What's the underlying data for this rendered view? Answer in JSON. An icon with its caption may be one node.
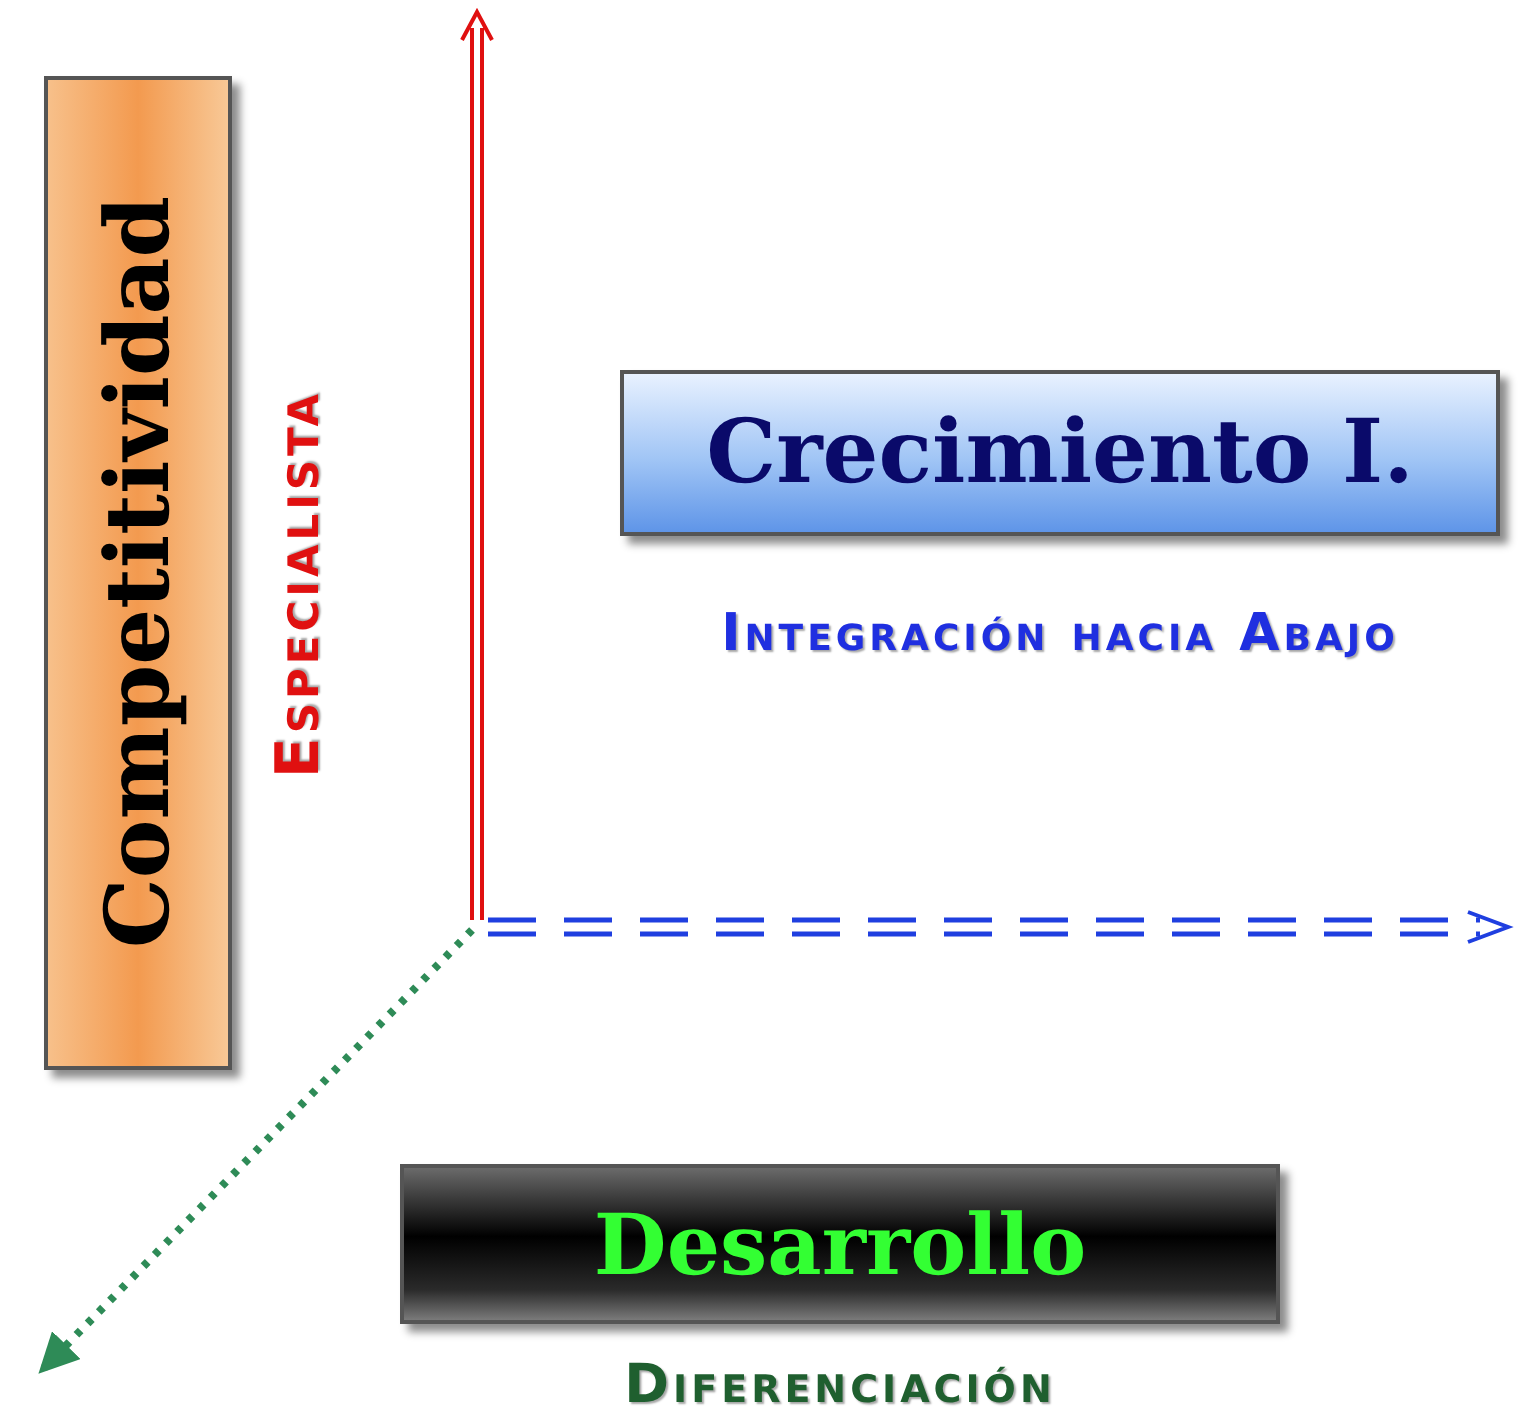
{
  "diagram": {
    "nodes": [
      {
        "text": [
          "Competitividad"
        ],
        "beside": [
          "Especialista"
        ]
      },
      {
        "text": [
          "Crecimiento I."
        ],
        "beside": [
          "Integración hacia Abajo"
        ]
      },
      {
        "text": [
          "Desarrollo"
        ],
        "beside": [
          "Diferenciación"
        ]
      }
    ]
  }
}
